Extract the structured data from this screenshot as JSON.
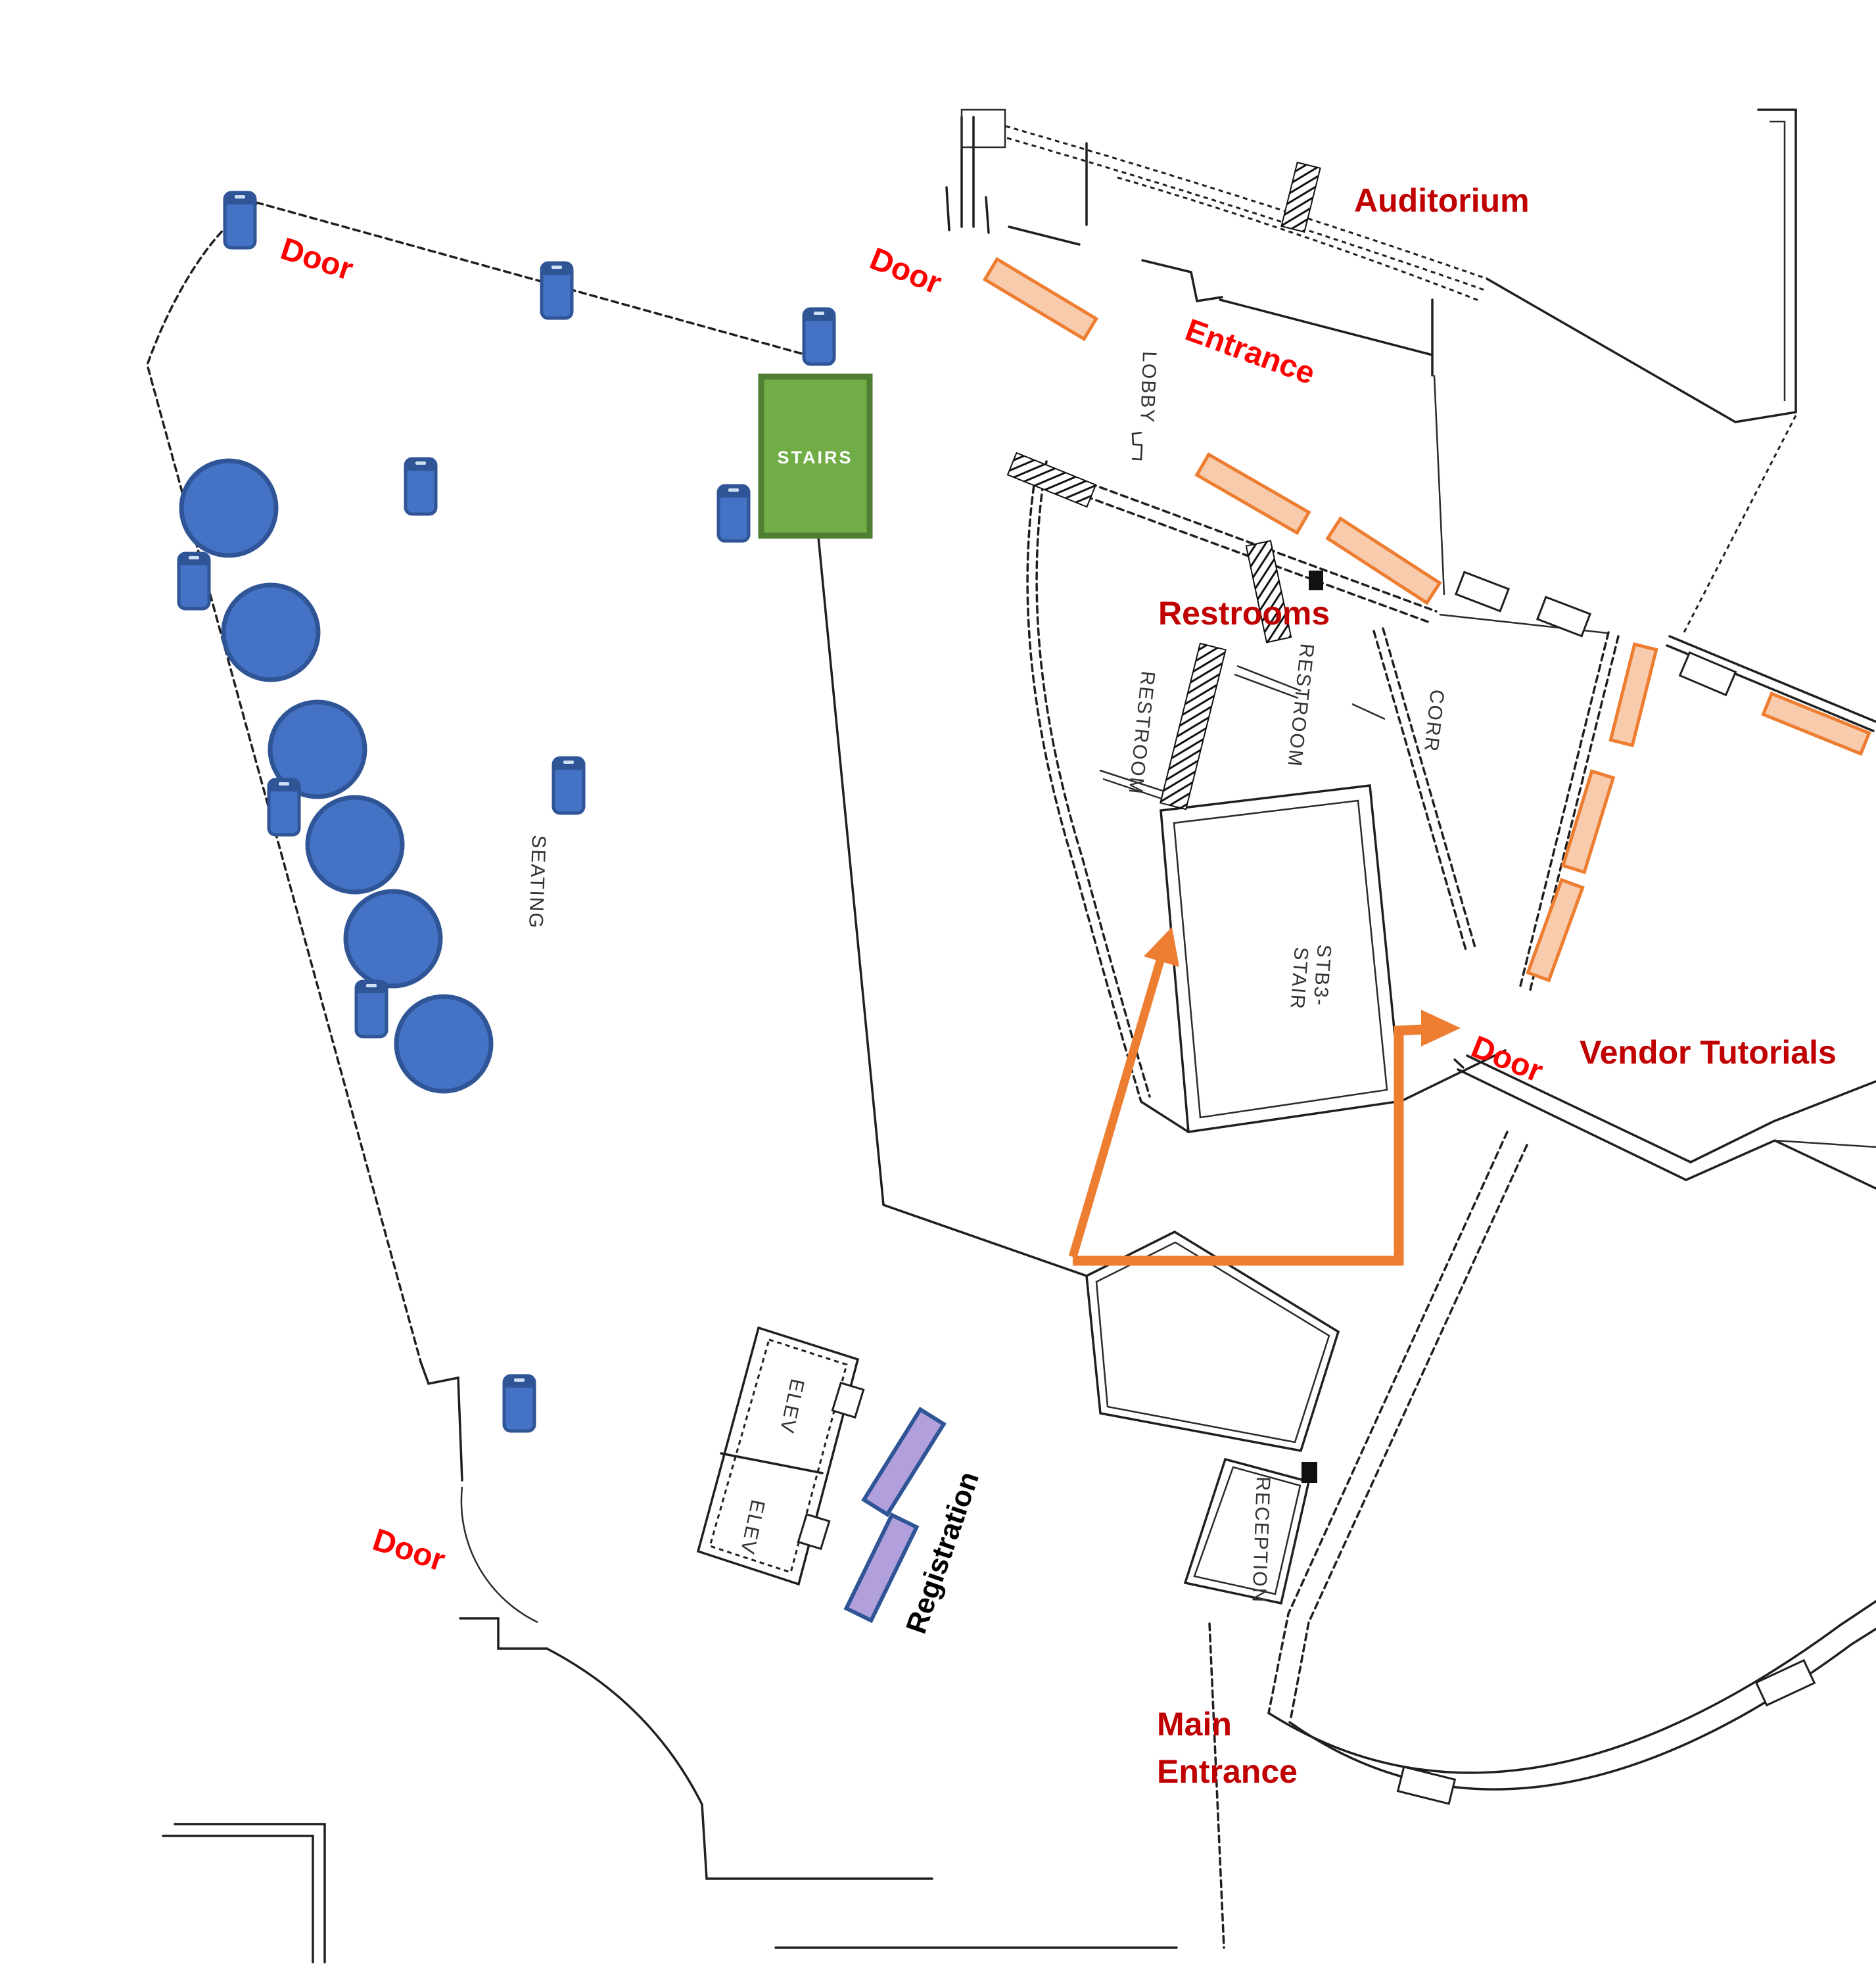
{
  "page": {
    "type": "floor-plan",
    "description": "Conference venue level map with red wayfinding annotations, orange route arrows, highlighted doors, seating tables and registration desks"
  },
  "labels": {
    "door_top_left": "Door",
    "door_lobby": "Door",
    "entrance": "Entrance",
    "auditorium": "Auditorium",
    "restrooms": "Restrooms",
    "door_vendor": "Door",
    "vendor_tutorials": "Vendor Tutorials",
    "registration": "Registration",
    "door_bottom_left": "Door",
    "main_entrance_line1": "Main",
    "main_entrance_line2": "Entrance",
    "stairs": "STAIRS"
  },
  "plan_texts": {
    "lobby": "LOBBY",
    "restroom_left": "RESTROOM",
    "restroom_right": "RESTROOM",
    "corr": "CORR",
    "stb3_line1": "STB3-",
    "stb3_line2": "STAIR",
    "reception": "RECEPTION",
    "seating": "SEATING",
    "elev_top": "ELEV",
    "elev_bottom": "ELEV"
  },
  "colors": {
    "annotation_red": "#FF0000",
    "label_dark_red": "#C00000",
    "table_blue": "#4472C4",
    "table_blue_border": "#2F5597",
    "stairs_green": "#70AD47",
    "stairs_green_border": "#507E32",
    "route_orange": "#ED7D31",
    "door_bar_fill": "#F8CBAD",
    "registration_purple": "#B1A0DB",
    "registration_purple_border": "#2F5597",
    "wall_color": "#1F1F1F"
  },
  "map_features": {
    "round_tables": 6,
    "seat_markers": 10,
    "highlighted_door_bars": 7,
    "registration_tables": 2,
    "route_arrows": 2
  }
}
